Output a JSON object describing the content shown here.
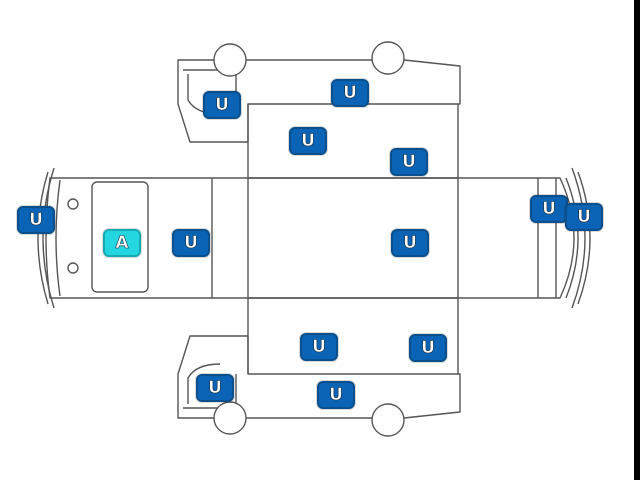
{
  "diagram": {
    "colors": {
      "outline": "#555555",
      "marker_u": "#0a63b4",
      "marker_a": "#23d6e0"
    },
    "markers": [
      {
        "id": "u-front-left-upper",
        "label": "U",
        "type": "u"
      },
      {
        "id": "u-upper-top-edge",
        "label": "U",
        "type": "u"
      },
      {
        "id": "u-roof-upper-left",
        "label": "U",
        "type": "u"
      },
      {
        "id": "u-roof-upper-right",
        "label": "U",
        "type": "u"
      },
      {
        "id": "u-front-bumper",
        "label": "U",
        "type": "u"
      },
      {
        "id": "a-windshield",
        "label": "A",
        "type": "a"
      },
      {
        "id": "u-hood",
        "label": "U",
        "type": "u"
      },
      {
        "id": "u-roof-center",
        "label": "U",
        "type": "u"
      },
      {
        "id": "u-rear-door-left",
        "label": "U",
        "type": "u"
      },
      {
        "id": "u-rear-door-right",
        "label": "U",
        "type": "u"
      },
      {
        "id": "u-roof-lower-left",
        "label": "U",
        "type": "u"
      },
      {
        "id": "u-roof-lower-right",
        "label": "U",
        "type": "u"
      },
      {
        "id": "u-front-left-lower",
        "label": "U",
        "type": "u"
      },
      {
        "id": "u-lower-bottom-edge",
        "label": "U",
        "type": "u"
      }
    ]
  }
}
